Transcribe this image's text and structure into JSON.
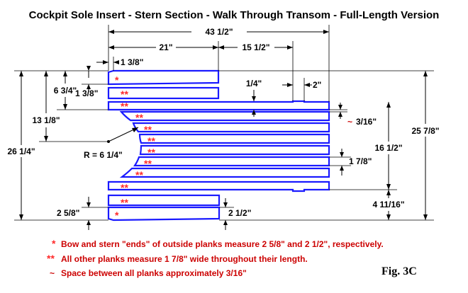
{
  "title": "Cockpit Sole Insert - Stern Section - Walk Through Transom - Full-Length Version",
  "figure_label": "Fig. 3C",
  "dimensions": {
    "overall_width": "43 1/2\"",
    "forward_width": "21\"",
    "step_width": "15 1/2\"",
    "top_offset": "1 3/8\"",
    "top_group_height": "6 3/4\"",
    "top_plank_end": "1 3/8\"",
    "notch_quarter": "1/4\"",
    "notch_two": "2\"",
    "curve_height": "13 1/8\"",
    "gap": "3/16\"",
    "overall_height_left": "26 1/4\"",
    "overall_height_right": "25 7/8\"",
    "mid_height": "16 1/2\"",
    "plank_width": "1 7/8\"",
    "radius": "R = 6 1/4\"",
    "bottom_group_height": "4 11/16\"",
    "bottom_left": "2 5/8\"",
    "bottom_right": "2 1/2\""
  },
  "plank_marks": {
    "single": "*",
    "double": "**"
  },
  "notes": [
    {
      "symbol": "*",
      "text": "Bow and stern \"ends\" of outside planks measure 2 5/8\" and 2 1/2\", respectively."
    },
    {
      "symbol": "**",
      "text": "All other planks measure 1 7/8\" wide throughout their length."
    },
    {
      "symbol": "~",
      "text": "Space between all planks approximately 3/16\""
    }
  ],
  "colors": {
    "plank_outline": "#1a1aff",
    "marks": "#ff2a2a",
    "notes": "#cc0000"
  }
}
